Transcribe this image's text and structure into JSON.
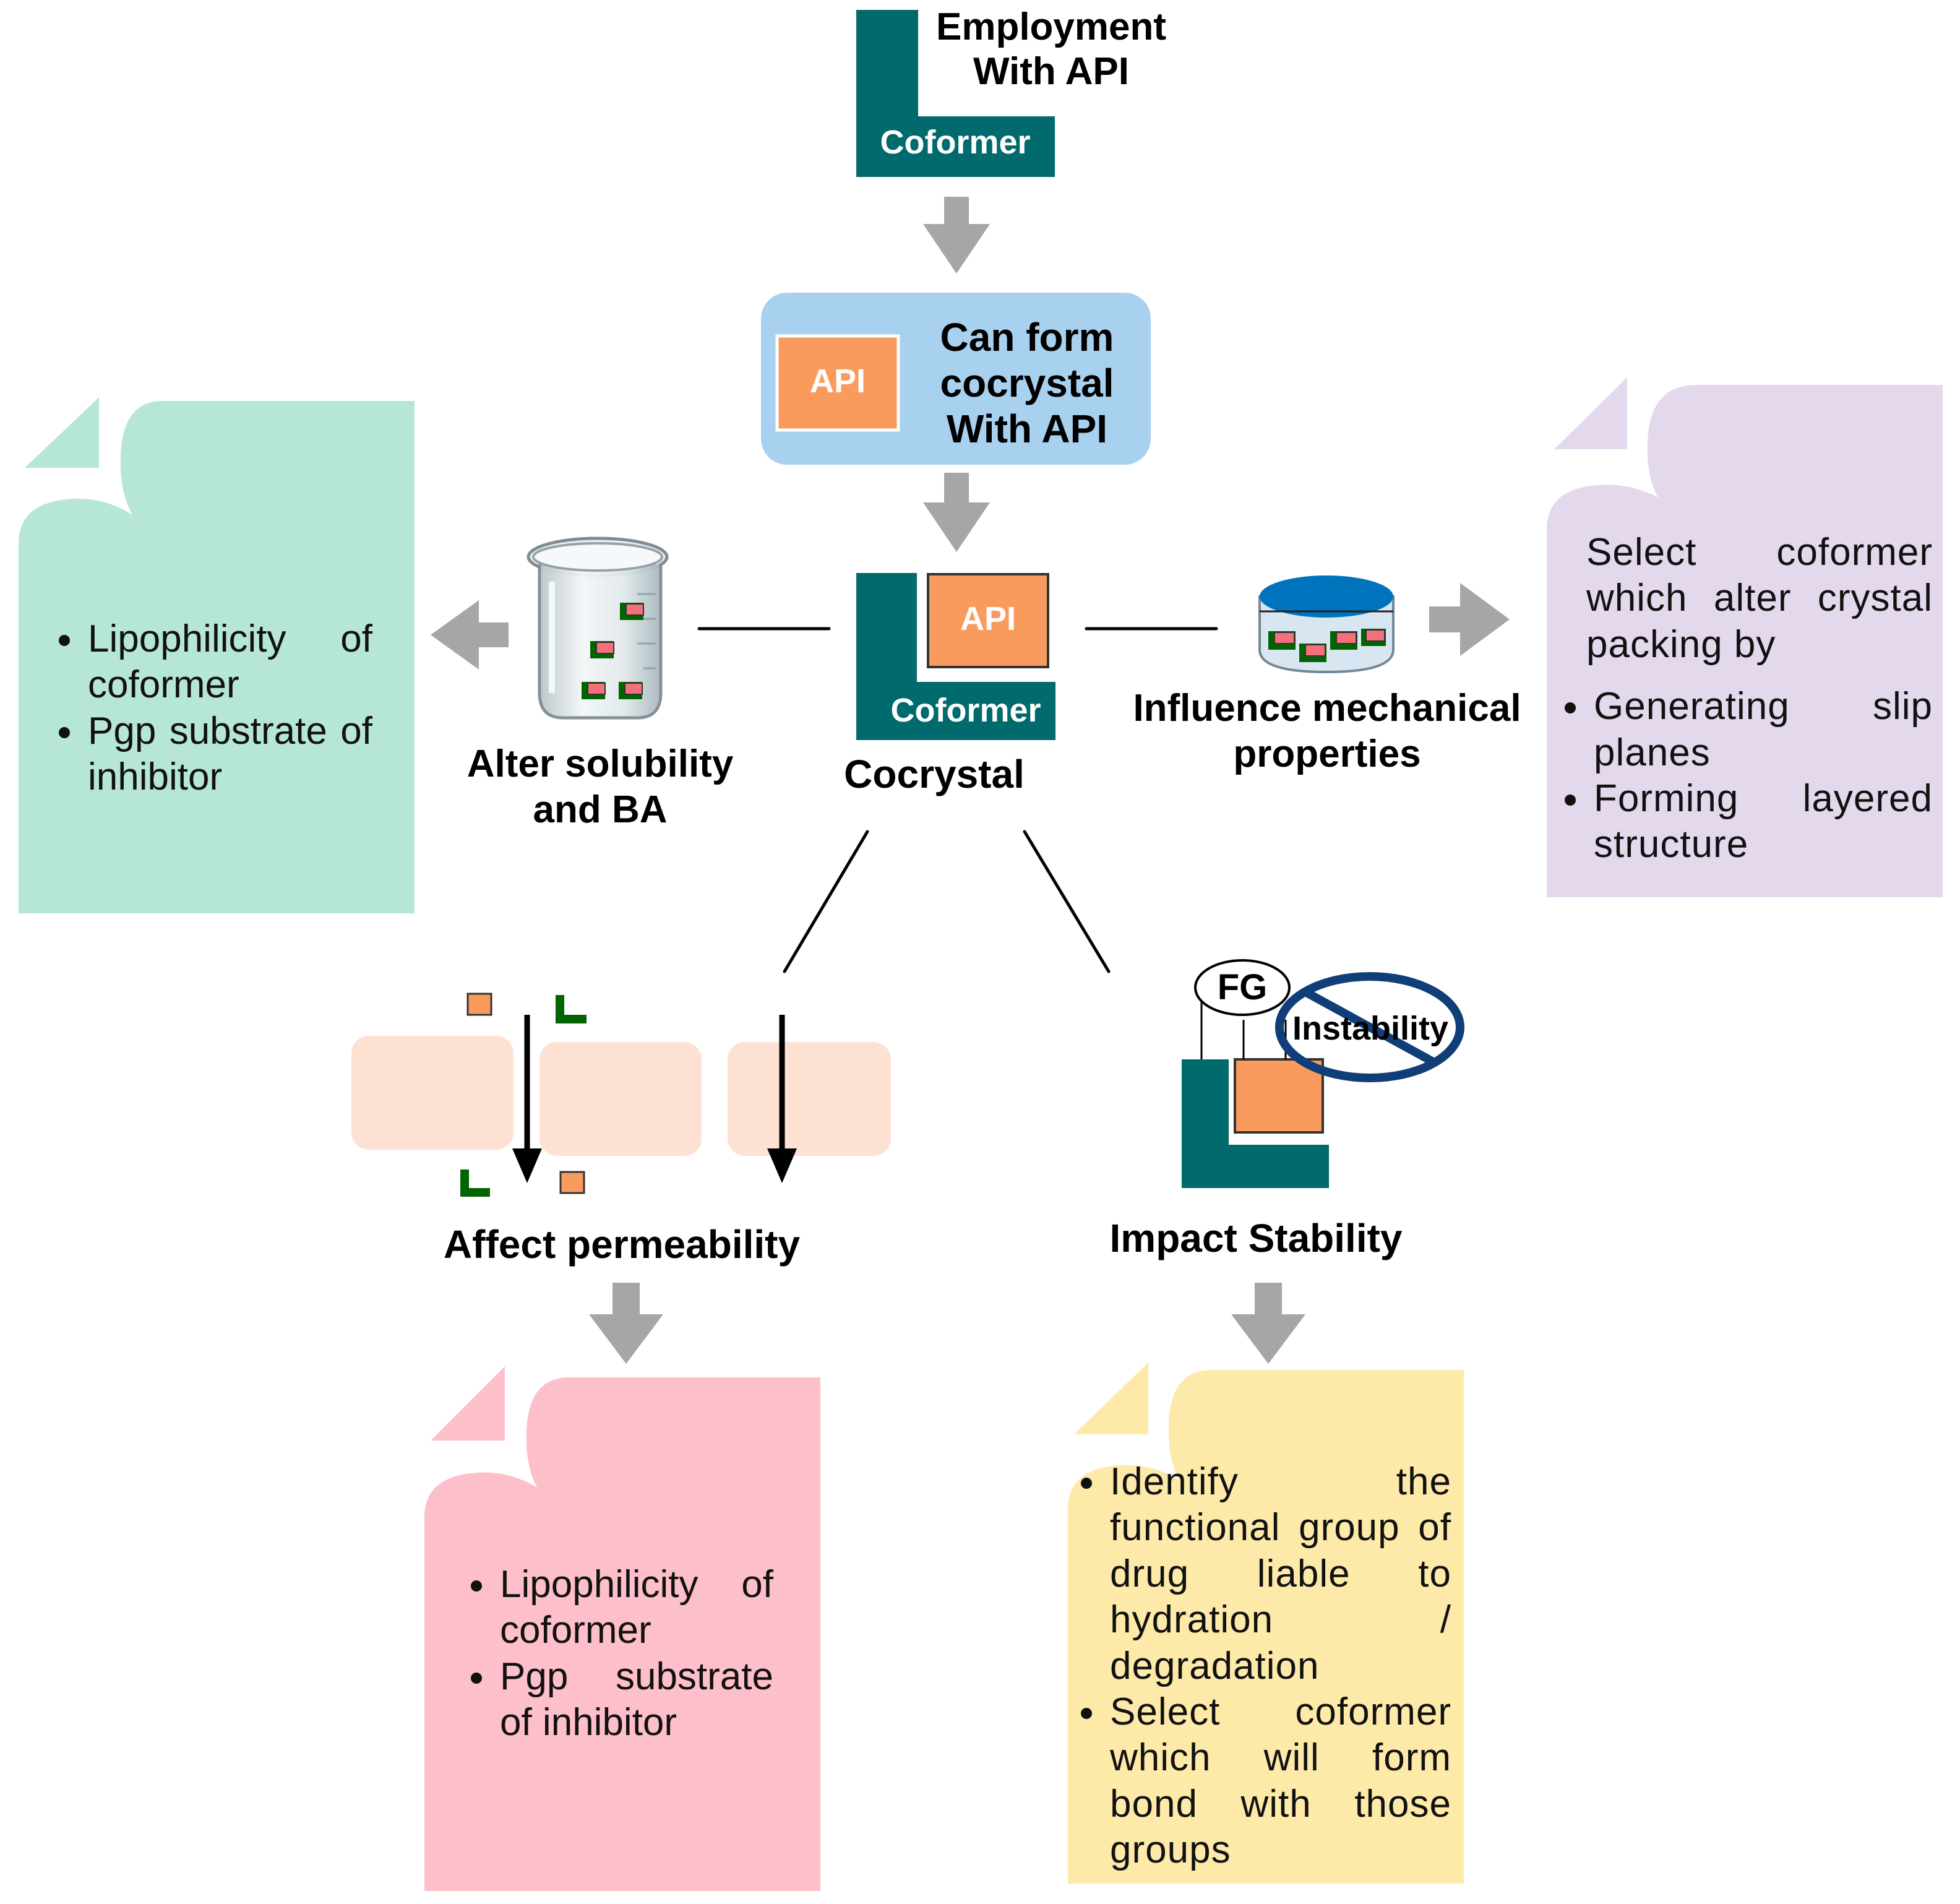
{
  "top": {
    "title": "Employment\nWith API",
    "coformer_label": "Coformer"
  },
  "blue_box": {
    "api_label": "API",
    "text": "Can form\ncocrystal\nWith API"
  },
  "center": {
    "api_label": "API",
    "coformer_label": "Coformer",
    "caption": "Cocrystal"
  },
  "solubility": {
    "caption": "Alter solubility\nand BA"
  },
  "mechanical": {
    "caption": "Influence mechanical\nproperties"
  },
  "permeability": {
    "caption": "Affect permeability"
  },
  "stability": {
    "caption": "Impact Stability",
    "fg_label": "FG",
    "instability_label": "Instability"
  },
  "notes": {
    "green": {
      "color": "#b6e6d6",
      "bullets": [
        "Lipophilicity of coformer",
        "Pgp substrate of inhibitor"
      ]
    },
    "purple": {
      "color": "#e3d8ec",
      "intro": "Select coformer which alter crystal packing by",
      "bullets": [
        "Generating slip planes",
        "Forming layered structure"
      ]
    },
    "pink": {
      "color": "#fdbfca",
      "bullets": [
        "Lipophilicity of coformer",
        "Pgp substrate of inhibitor"
      ]
    },
    "yellow": {
      "color": "#fde9a8",
      "bullets": [
        "Identify the functional group of drug liable to hydration / degradation",
        "Select coformer which will form bond with those groups"
      ]
    }
  },
  "colors": {
    "teal": "#006a6c",
    "orange": "#fa9b5e",
    "blue_box": "#a8d1f0",
    "arrow_gray": "#a6a6a6",
    "dark_green": "#006400",
    "pink_square": "#f4707a",
    "membrane": "#fde2d3",
    "dish_blue": "#0073bd",
    "no_sign": "#0f3e78"
  },
  "icons": [
    "beaker-icon",
    "petri-dish-icon",
    "membrane-icon",
    "no-sign-icon"
  ]
}
